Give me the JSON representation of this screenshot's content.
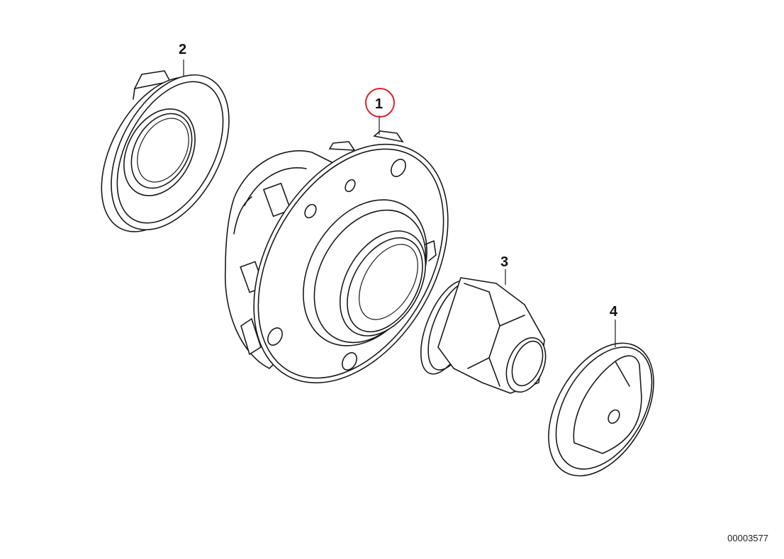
{
  "callouts": {
    "hub": "1",
    "seal": "2",
    "nut": "3",
    "cap": "4"
  },
  "highlight_color": "#d9232e",
  "document_id": "00003577"
}
